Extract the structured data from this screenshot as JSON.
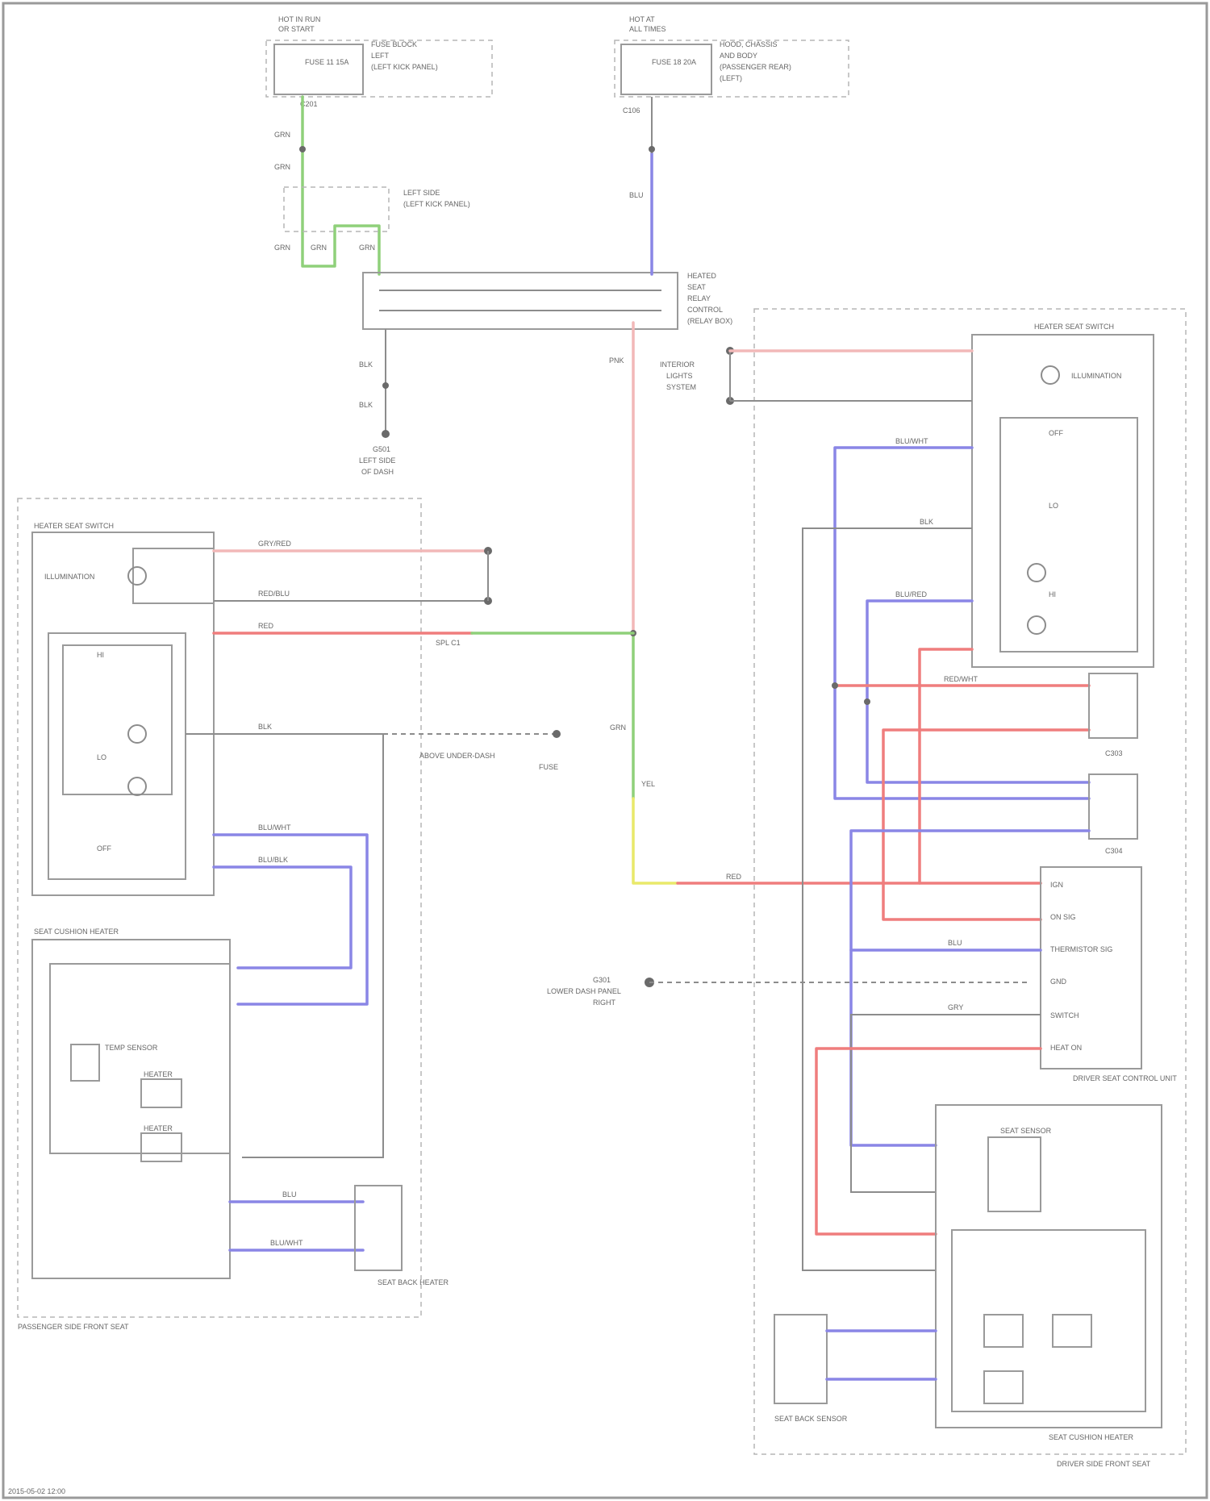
{
  "colors": {
    "background": "#ffffff",
    "wire_green": "#8fd07a",
    "wire_blue": "#8a86e6",
    "wire_red": "#ef7d7d",
    "wire_pink": "#f2b8b8",
    "wire_yellow": "#e9e96a",
    "wire_gray": "#8c8c8c",
    "box_gray": "#9a9a9a"
  },
  "fuse_boxes": {
    "left": {
      "title_1": "HOT IN RUN",
      "title_2": "OR START",
      "body_1": "FUSE BLOCK",
      "body_2": "LEFT",
      "body_3": "(LEFT KICK PANEL)",
      "fuse": "FUSE 11 15A",
      "conn": "C201"
    },
    "right": {
      "title_1": "HOT AT",
      "title_2": "ALL TIMES",
      "body_1": "HOOD, CHASSIS",
      "body_2": "AND BODY",
      "body_3": "(PASSENGER REAR)",
      "body_4": "(LEFT)",
      "fuse": "FUSE 18 20A",
      "conn": "C106"
    }
  },
  "splices": {
    "upper": {
      "label_1": "LEFT SIDE",
      "label_2": "(LEFT KICK PANEL)",
      "wire_a": "GRN",
      "wire_b": "GRN",
      "wire_c": "GRN"
    },
    "relay": {
      "label_1": "HEATED",
      "label_2": "SEAT",
      "label_3": "RELAY",
      "label_4": "CONTROL",
      "label_5": "(RELAY BOX)"
    },
    "ground": {
      "label_1": "G501",
      "label_2": "LEFT SIDE",
      "label_3": "OF DASH",
      "wire": "BLK"
    },
    "interior": {
      "label_1": "INTERIOR",
      "label_2": "LIGHTS",
      "label_3": "SYSTEM"
    }
  },
  "wires_top": {
    "w1": "GRN",
    "w2": "GRN",
    "w3": "BLU",
    "w4": "PNK",
    "w5": "BLK",
    "w6": "BLK",
    "w7": "BLU"
  },
  "passenger_module": {
    "frame_label": "PASSENGER SIDE FRONT SEAT",
    "switch_title": "HEATER SEAT SWITCH",
    "illum": "ILLUMINATION",
    "hi": "HI",
    "lo": "LO",
    "off": "OFF",
    "w_illum_a": "GRY/RED",
    "w_illum_b": "RED/BLU",
    "w_pwr": "RED",
    "w_gnd": "BLK",
    "w_b1": "BLU/WHT",
    "w_b2": "BLU/BLK",
    "w_b3": "BLU/RED",
    "w_b4": "BLU/WHT",
    "cushion_title": "SEAT CUSHION HEATER",
    "temp_sensor": "TEMP SENSOR",
    "heater_a": "HEATER",
    "heater_b": "HEATER",
    "back_heater": "SEAT BACK HEATER",
    "w_back_a": "BLU",
    "w_back_b": "BLU/WHT",
    "spl": "SPL C1"
  },
  "center": {
    "w_grn": "GRN",
    "w_yel": "YEL",
    "w_red": "RED",
    "ground_label_1": "G301",
    "ground_label_2": "LOWER DASH PANEL",
    "ground_label_3": "RIGHT",
    "unit_label_1": "ABOVE UNDER-DASH",
    "unit_label_2": "FUSE"
  },
  "driver_module": {
    "frame_label": "DRIVER SIDE FRONT SEAT",
    "switch_title": "HEATER SEAT SWITCH",
    "illum": "ILLUMINATION",
    "hi": "HI",
    "lo": "LO",
    "off": "OFF",
    "ctrl_title": "DRIVER SEAT CONTROL UNIT",
    "ctrl_ign": "IGN",
    "ctrl_on": "ON SIG",
    "ctrl_thermo": "THERMISTOR SIG",
    "ctrl_gnd": "GND",
    "ctrl_sw": "SWITCH",
    "ctrl_heat": "HEAT ON",
    "conn_a": "C303",
    "conn_b": "C304",
    "sensor": "SEAT SENSOR",
    "cushion": "SEAT CUSHION HEATER",
    "back_sensor": "SEAT BACK SENSOR",
    "w1": "BLU/WHT",
    "w2": "BLU/RED",
    "w3": "RED/WHT",
    "w4": "BLU",
    "w5": "BLK",
    "w6": "GRY"
  },
  "footer": "2015-05-02 12:00"
}
